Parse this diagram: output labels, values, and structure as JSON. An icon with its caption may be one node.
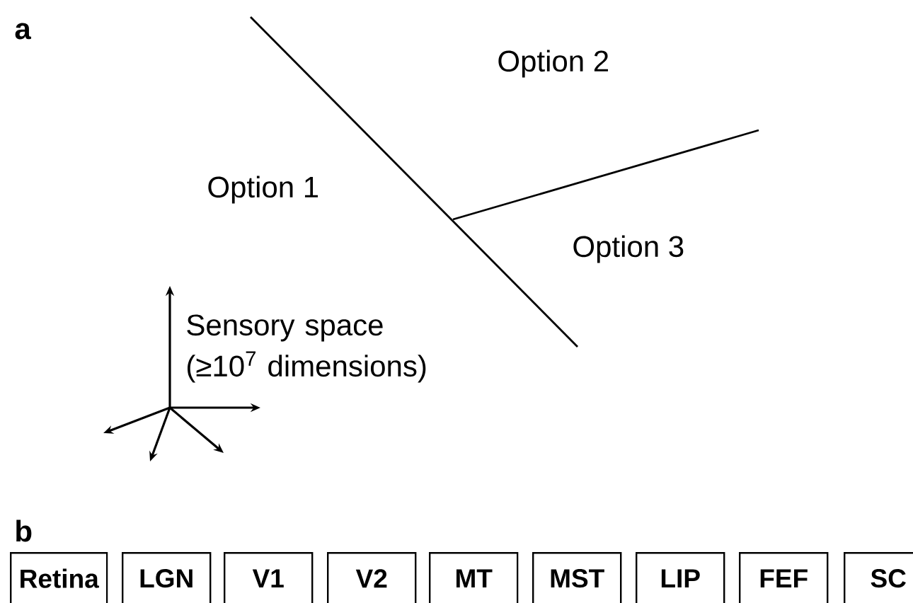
{
  "diagram": {
    "nodes": [
      {
        "text": [
          "Retina"
        ]
      },
      {
        "text": [
          "LGN"
        ]
      },
      {
        "text": [
          "V1"
        ]
      },
      {
        "text": [
          "V2"
        ]
      },
      {
        "text": [
          "MT"
        ]
      },
      {
        "text": [
          "MST"
        ]
      },
      {
        "text": [
          "LIP"
        ]
      },
      {
        "text": [
          "FEF"
        ]
      },
      {
        "text": [
          "SC"
        ]
      }
    ],
    "edges": [],
    "labels": [
      "a",
      "Option 2",
      "Option 1",
      "Option 3",
      "Sensory space (≥10$^{7}$ dimensions)",
      "b"
    ]
  }
}
